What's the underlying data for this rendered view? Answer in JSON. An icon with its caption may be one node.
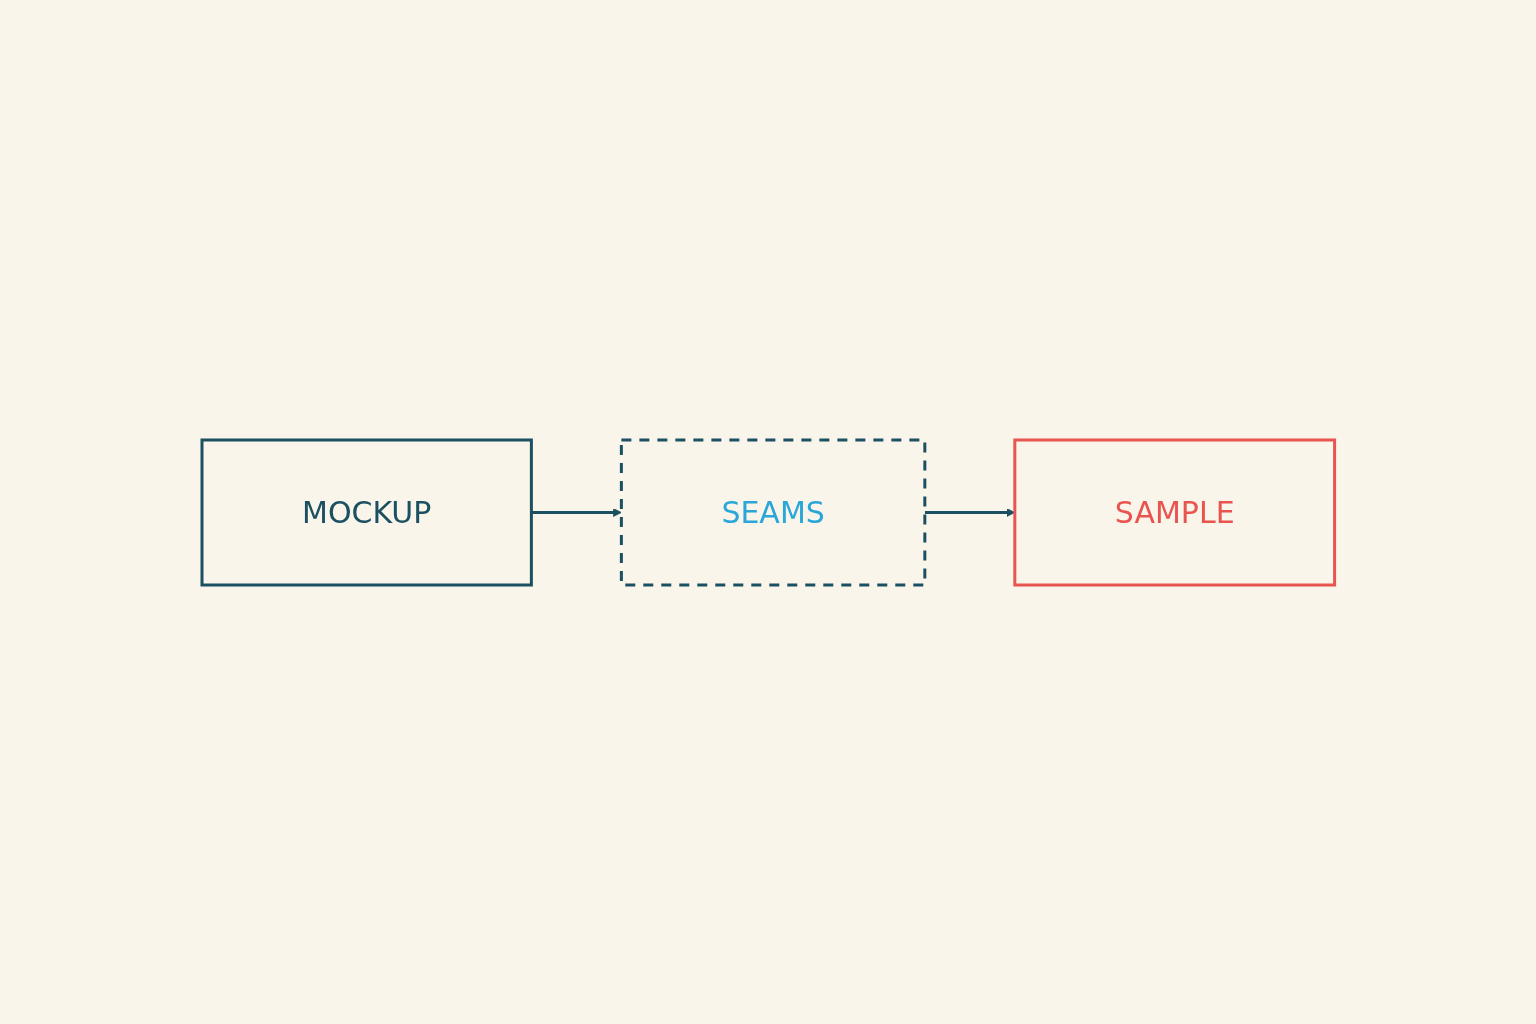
{
  "diagram": {
    "nodes": [
      {
        "text": [
          "MOCKUP"
        ]
      },
      {
        "text": [
          "SEAMS"
        ]
      },
      {
        "text": [
          "SAMPLE"
        ]
      }
    ],
    "edges": [
      {
        "from": 0,
        "to": 1,
        "arrow": "to"
      },
      {
        "from": 1,
        "to": 2,
        "arrow": "to"
      }
    ]
  }
}
